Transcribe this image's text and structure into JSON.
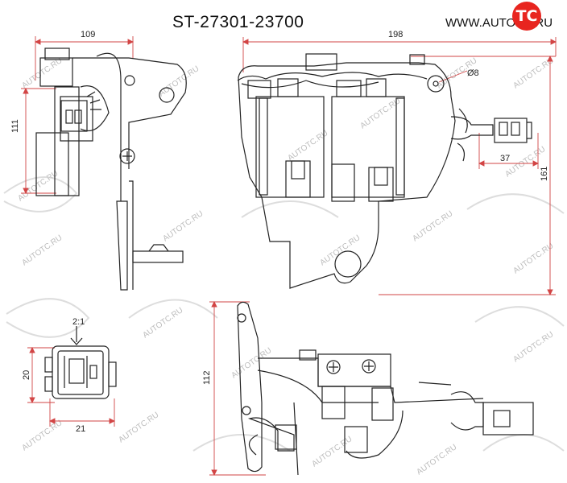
{
  "header": {
    "part_number": "ST-27301-23700",
    "site_prefix": "WWW.AUTO",
    "site_mark": "TC",
    "site_suffix": ".RU"
  },
  "dimensions": {
    "width_side": "109",
    "height_side": "111",
    "width_front": "198",
    "hole": "Ø8",
    "connector_offset": "37",
    "height_front": "161",
    "height_bottom": "112",
    "scale": "2:1",
    "plug_height": "20",
    "plug_width": "21"
  },
  "watermark": {
    "text": "AUTOTC.RU"
  },
  "colors": {
    "line": "#222222",
    "dimension": "#d24545",
    "brand": "#e8251f",
    "watermark": "#bcbcbc"
  }
}
